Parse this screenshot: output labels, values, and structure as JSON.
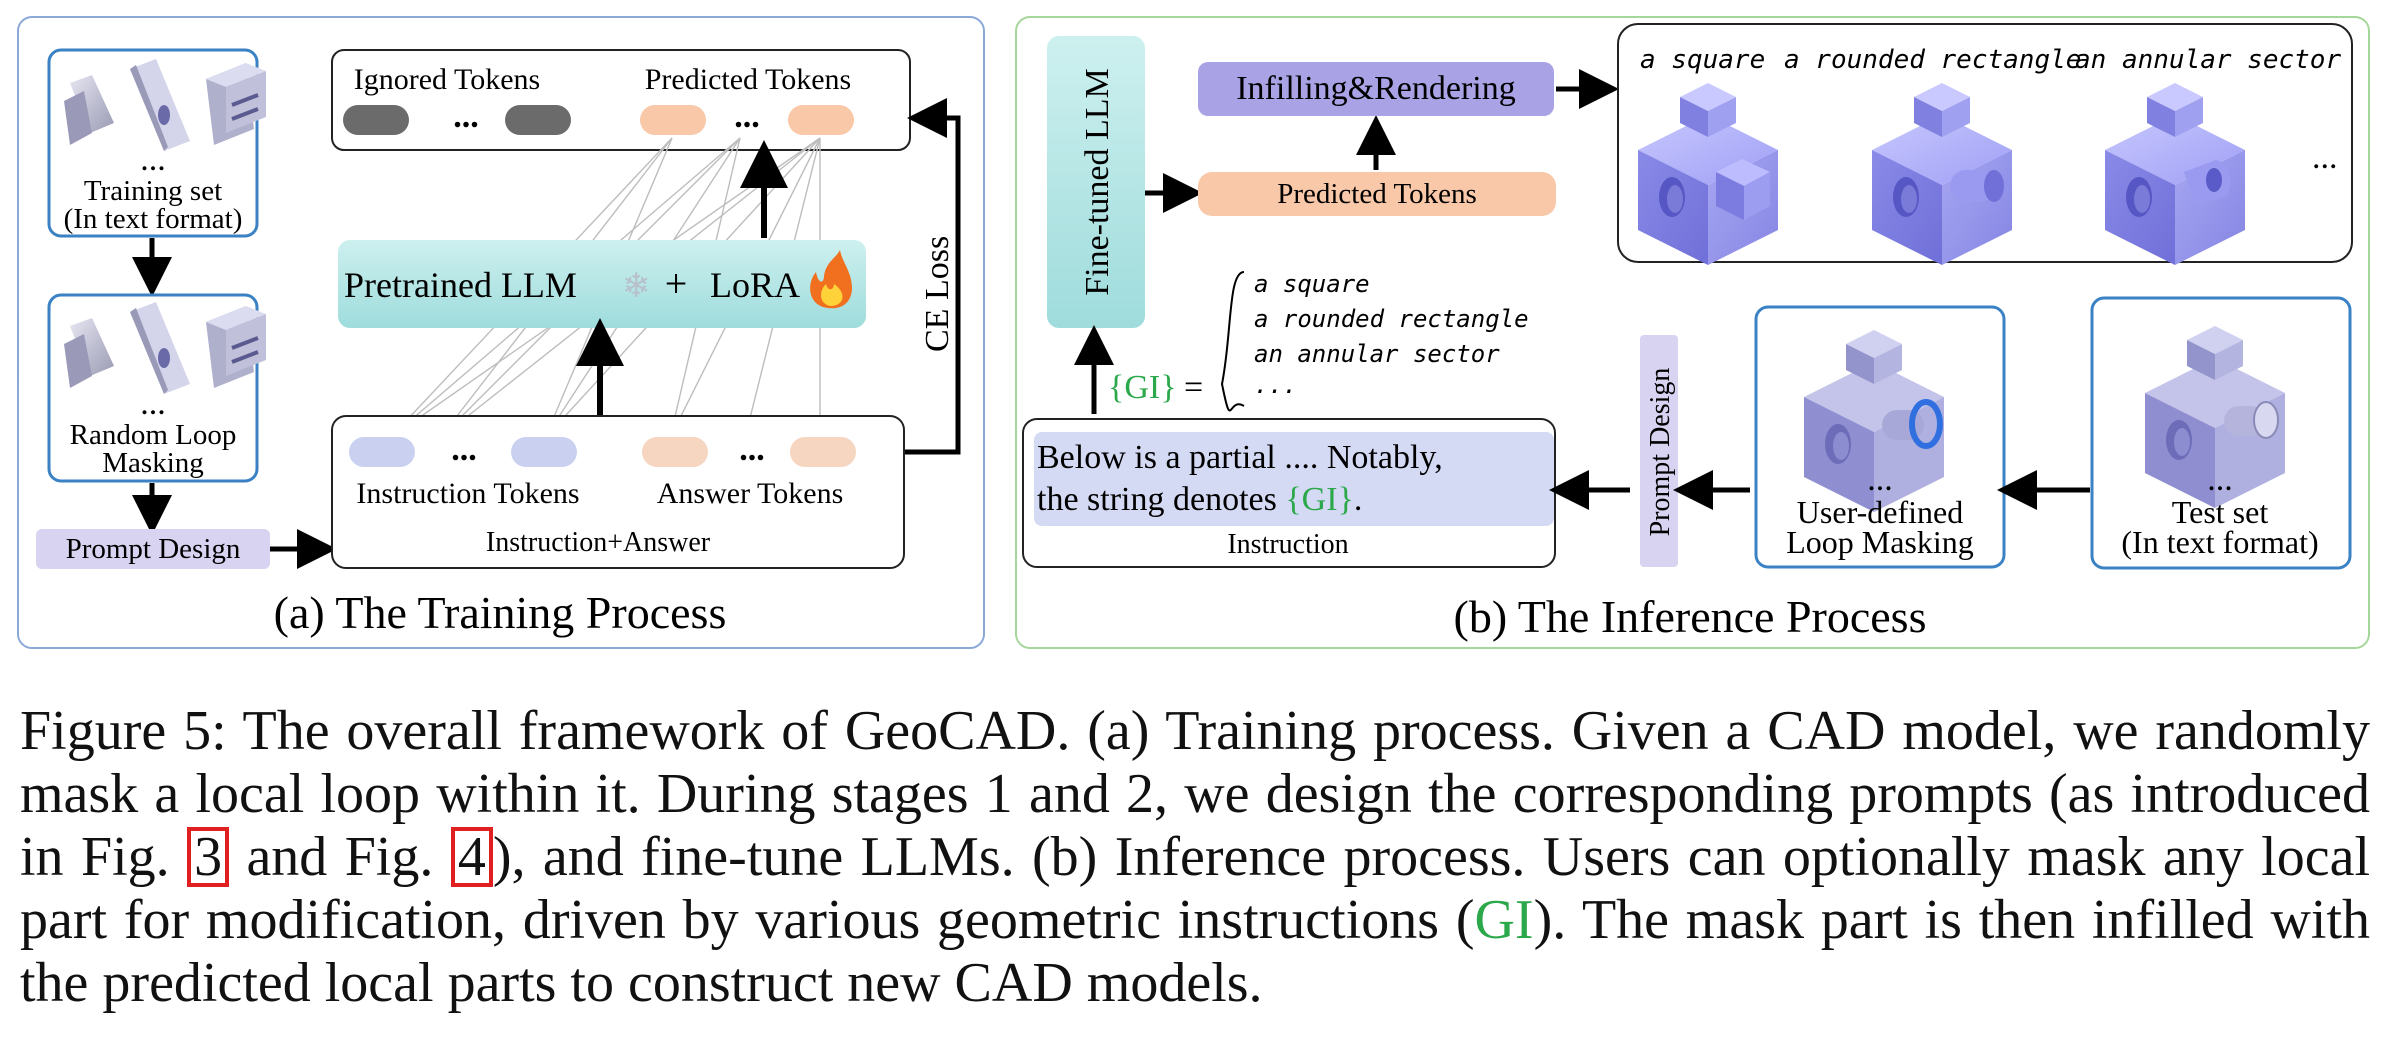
{
  "training": {
    "title": "(a) The Training Process",
    "training_set_line1": "Training set",
    "training_set_line2": "(In text format)",
    "random_loop_line1": "Random Loop",
    "random_loop_line2": "Masking",
    "prompt_design": "Prompt Design",
    "ellipsis": "...",
    "ignored_tokens": "Ignored Tokens",
    "predicted_tokens": "Predicted Tokens",
    "pretrained_llm": "Pretrained LLM",
    "plus": "+",
    "lora": "LoRA",
    "ce_loss": "CE Loss",
    "instruction_tokens": "Instruction Tokens",
    "answer_tokens": "Answer Tokens",
    "instruction_answer": "Instruction+Answer"
  },
  "inference": {
    "title": "(b) The Inference Process",
    "fine_tuned_llm": "Fine-tuned LLM",
    "infilling": "Infilling&Rendering",
    "predicted_tokens": "Predicted Tokens",
    "result_labels": [
      "a square",
      "a rounded rectangle",
      "an annular sector"
    ],
    "ellipsis": "...",
    "gi_label": "{GI}",
    "gi_equals": "=",
    "gi_options": [
      "a square",
      "a rounded rectangle",
      "an annular sector",
      "..."
    ],
    "instruction_line1": "Below is a partial .... Notably,",
    "instruction_line2_prefix": "the string denotes ",
    "instruction_line2_gi": "{GI}",
    "instruction_line2_suffix": ".",
    "instruction_label": "Instruction",
    "prompt_design": "Prompt Design",
    "user_defined_line1": "User-defined",
    "user_defined_line2": "Loop Masking",
    "test_set_line1": "Test set",
    "test_set_line2": "(In text format)"
  },
  "caption": {
    "seg1": "Figure 5: The overall framework of GeoCAD. (a) Training process. Given a CAD model, we randomly mask a local loop within it. During stages 1 and 2, we design the corresponding prompts (as introduced in Fig. ",
    "ref1": "3",
    "seg2": " and Fig. ",
    "ref2": "4",
    "seg3": "), and fine-tune LLMs. (b) Inference process. Users can optionally mask any local part for modification, driven by various geometric instructions (",
    "gi": "GI",
    "seg4": "). The mask part is then infilled with the predicted local parts to construct new CAD models."
  },
  "colors": {
    "panel_a_border": "#8aa8d8",
    "panel_b_border": "#a6d79a",
    "blue_box_border": "#3b82c4",
    "llm_fill": "#b7e6e6",
    "infill_fill": "#a9a3e6",
    "predicted_fill": "#f8c8a8",
    "instruction_token_fill": "#c9d0f0",
    "answer_token_fill": "#f6d6c0",
    "ignored_token_fill": "#6b6b6b",
    "prompt_fill": "#d8d3f0",
    "gi_green": "#2aa84a",
    "cad_color": "#8f8ff0"
  }
}
